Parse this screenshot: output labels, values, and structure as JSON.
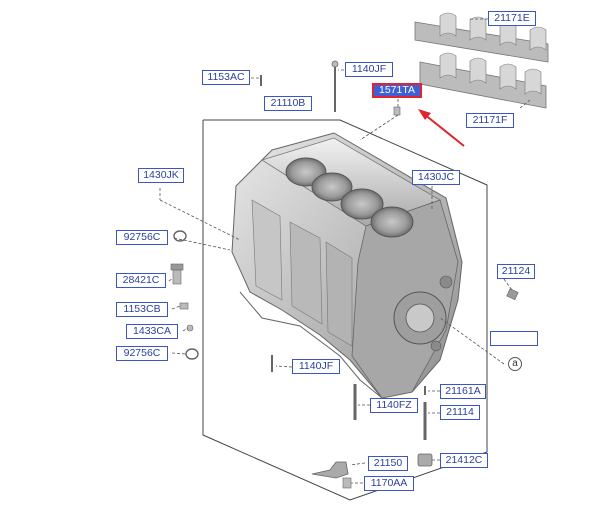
{
  "callouts": {
    "c21171E": "21171E",
    "c1140JF_top": "1140JF",
    "c1153AC": "1153AC",
    "c1571TA": "1571TA",
    "c21110B": "21110B",
    "c21171F": "21171F",
    "c1430JK": "1430JK",
    "c1430JC": "1430JC",
    "c92756C_a": "92756C",
    "c21124": "21124",
    "c28421C": "28421C",
    "c1153CB": "1153CB",
    "c1433CA": "1433CA",
    "c92756C_b": "92756C",
    "c1140JF_bottom": "1140JF",
    "c21161A": "21161A",
    "c1140FZ": "1140FZ",
    "c21114": "21114",
    "c21150": "21150",
    "c21412C": "21412C",
    "c1170AA": "1170AA",
    "blank": ""
  },
  "ref_marker": "a",
  "colors": {
    "callout_border": "#3b55c9",
    "callout_text": "#2a3f9e",
    "highlight_fill": "#3f5fd6",
    "highlight_border": "#e0242e",
    "arrow": "#e0242e"
  }
}
